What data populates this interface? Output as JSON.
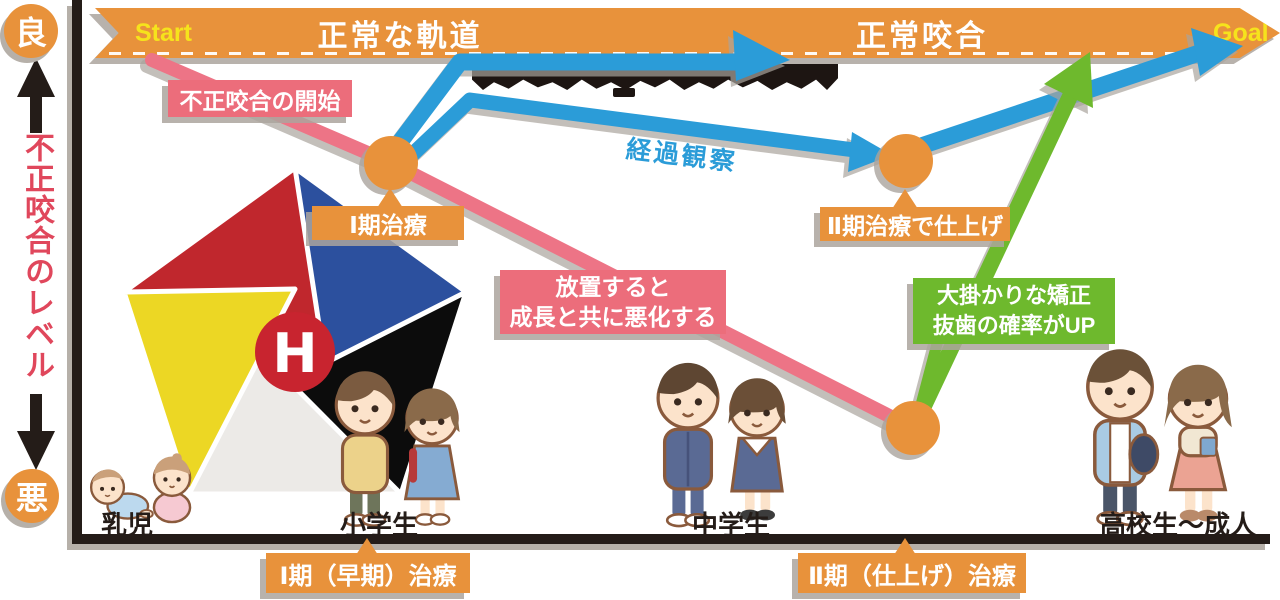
{
  "y_axis": {
    "good": "良",
    "bad": "悪",
    "label": "不正咬合のレベル"
  },
  "banner": {
    "start": "Start",
    "left_title": "正常な軌道",
    "right_title": "正常咬合",
    "goal": "Goal"
  },
  "labels": {
    "malocclusion_start": "不正咬合の開始",
    "phase1_node": "Ⅰ期治療",
    "observation": "経過観察",
    "phase2_node": "Ⅱ期治療で仕上げ",
    "neglect_line1": "放置すると",
    "neglect_line2": "成長と共に悪化する",
    "major_line1": "大掛かりな矯正",
    "major_line2": "抜歯の確率がUP"
  },
  "bottom": {
    "phase1": "Ⅰ期（早期）治療",
    "phase2": "Ⅱ期（仕上げ）治療"
  },
  "ages": [
    "乳児",
    "小学生",
    "中学生",
    "高校生～成人"
  ],
  "logo": {
    "letter": "H"
  },
  "icons": [
    "pentagon-pinwheel-logo",
    "baby-crawling",
    "baby-sitting",
    "elementary-boy",
    "elementary-girl",
    "junior-high-boy",
    "junior-high-girl",
    "young-adult-man",
    "young-adult-woman",
    "up-arrow",
    "down-arrow",
    "blue-progress-arrows",
    "green-late-treatment-arrow",
    "pink-worsening-line"
  ],
  "colors": {
    "banner_orange": "#e8923b",
    "accent_yellow": "#f6e31c",
    "pink_label": "#ec6d7b",
    "pink_line": "#ed7486",
    "blue_arrow": "#2b9cd8",
    "green_arrow": "#6eb92d",
    "axis_black": "#241c18",
    "level_red": "#e0475c",
    "logo_red": "#c0272d",
    "logo_blue": "#2c509e",
    "logo_yellow": "#ecd724",
    "logo_black": "#0c0c0c",
    "logo_gray": "#eceae7",
    "logo_mark_red": "#c8242f"
  }
}
